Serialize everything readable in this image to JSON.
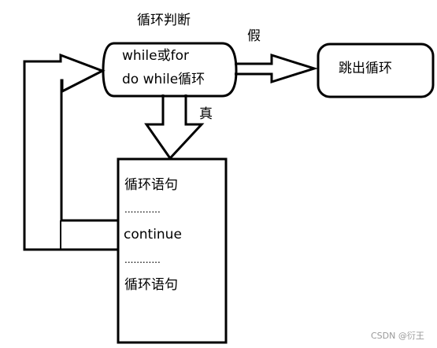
{
  "title": "循环判断",
  "condition_box": {
    "line1": "while或for",
    "line2": "do while循环"
  },
  "false_label": "假",
  "true_label": "真",
  "exit_box": {
    "label": "跳出循环"
  },
  "body_box": {
    "line1": "循环语句",
    "dots1": "............",
    "continue": "continue",
    "dots2": "............",
    "line2": "循环语句"
  },
  "watermark": "CSDN @衍王"
}
